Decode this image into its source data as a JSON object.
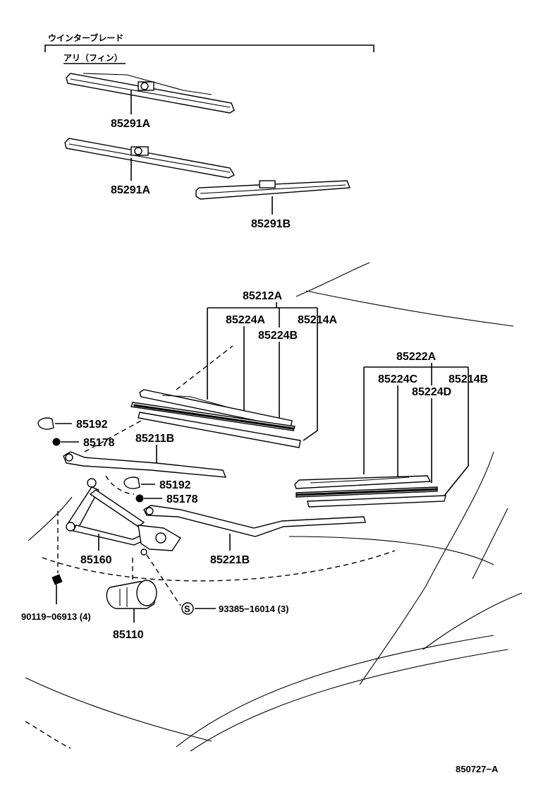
{
  "header": {
    "group_label": "ウインターブレード",
    "subgroup_label": "アリ（フィン）"
  },
  "parts": {
    "p85291A_1": "85291A",
    "p85291A_2": "85291A",
    "p85291B": "85291B",
    "p85212A": "85212A",
    "p85224A": "85224A",
    "p85214A": "85214A",
    "p85224B": "85224B",
    "p85222A": "85222A",
    "p85224C": "85224C",
    "p85214B": "85214B",
    "p85224D": "85224D",
    "p85192_1": "85192",
    "p85178_1": "85178",
    "p85211B": "85211B",
    "p85192_2": "85192",
    "p85178_2": "85178",
    "p85160": "85160",
    "p85221B": "85221B",
    "p90119": "90119−06913 (4)",
    "p93385": "93385−16014 (3)",
    "p85110": "85110",
    "s_marker": "S"
  },
  "footer": {
    "diagram_code": "850727−A"
  }
}
